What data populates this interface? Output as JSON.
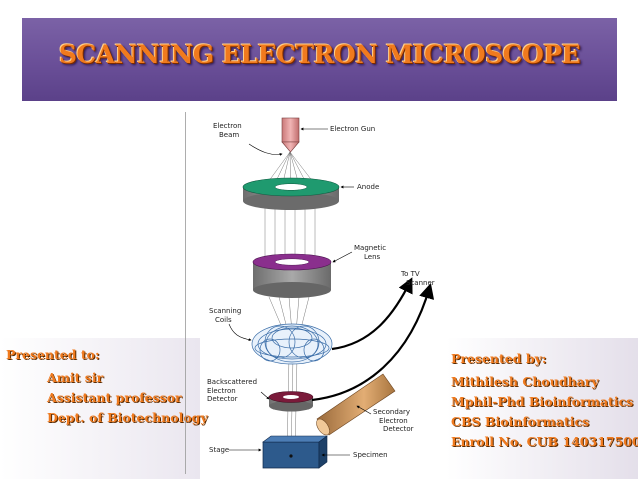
{
  "title": "SCANNING ELECTRON MICROSCOPE",
  "diagram_labels": {
    "electron_beam": [
      "Electron",
      "Beam"
    ],
    "electron_gun": "Electron Gun",
    "anode": "Anode",
    "magnetic_lens": [
      "Magnetic",
      "Lens"
    ],
    "to_tv_scanner": [
      "To TV",
      "Scanner"
    ],
    "scanning_coils": [
      "Scanning",
      "Coils"
    ],
    "backscattered_detector": [
      "Backscattered",
      "Electron",
      "Detector"
    ],
    "secondary_detector": [
      "Secondary",
      "Electron",
      "Detector"
    ],
    "stage": "Stage",
    "specimen": "Specimen"
  },
  "presented_to": {
    "heading": "Presented to:",
    "lines": [
      "Amit sir",
      "Assistant professor",
      "Dept. of Biotechnology"
    ]
  },
  "presented_by": {
    "heading": "Presented by:",
    "lines": [
      "Mithilesh Choudhary",
      "Mphil-Phd Bioinformatics",
      "CBS Bioinformatics",
      "Enroll No. CUB 140317500"
    ]
  },
  "colors": {
    "banner": "#6a4f98",
    "title_text": "#f07a1e",
    "anode_ring": "#1f9a6f",
    "magnetic_lens_ring": "#8a2f8d",
    "detector_ring": "#7a1a3a",
    "secondary_detector": "#c98b4c",
    "electron_gun": "#e59a9a",
    "specimen_stage": "#2d5a8c"
  },
  "icons": [
    "electron-gun-icon",
    "anode-icon",
    "magnetic-lens-icon",
    "scanning-coils-icon",
    "backscattered-detector-icon",
    "secondary-detector-icon",
    "stage-icon",
    "signal-arrow-icon"
  ]
}
